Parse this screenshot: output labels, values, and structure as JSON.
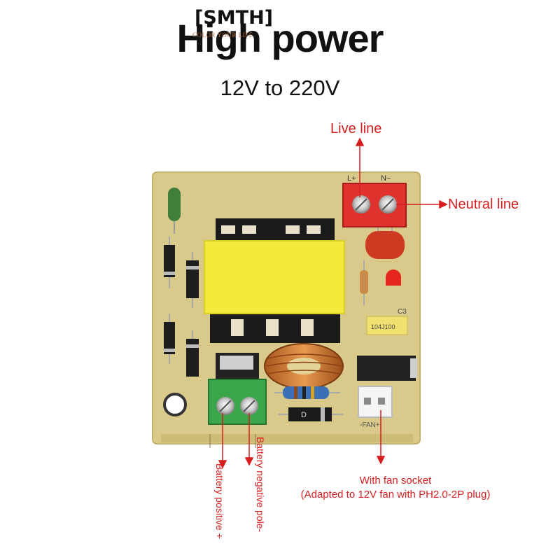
{
  "header": {
    "brand": "[SMTH]",
    "brand_tagline": "COLOR YOUR LIFE",
    "title": "High power",
    "subtitle": "12V to 220V"
  },
  "board_markings": {
    "l_plus": "L+",
    "n_minus": "N−",
    "c3": "C3",
    "c3_value": "104J100",
    "fan": "-FAN+",
    "d": "D"
  },
  "labels": {
    "live_line": "Live line",
    "neutral_line": "Neutral line",
    "battery_positive": "Battery positive +",
    "battery_negative": "Battery negative pole-",
    "fan_socket_line1": "With fan socket",
    "fan_socket_line2": "(Adapted to 12V fan with PH2.0-2P plug)"
  },
  "colors": {
    "accent_red": "#d61e1e",
    "pcb": "#d9c98a",
    "transformer": "#f2ea3a",
    "terminal_red": "#e0322c",
    "terminal_green": "#3aa64a"
  }
}
